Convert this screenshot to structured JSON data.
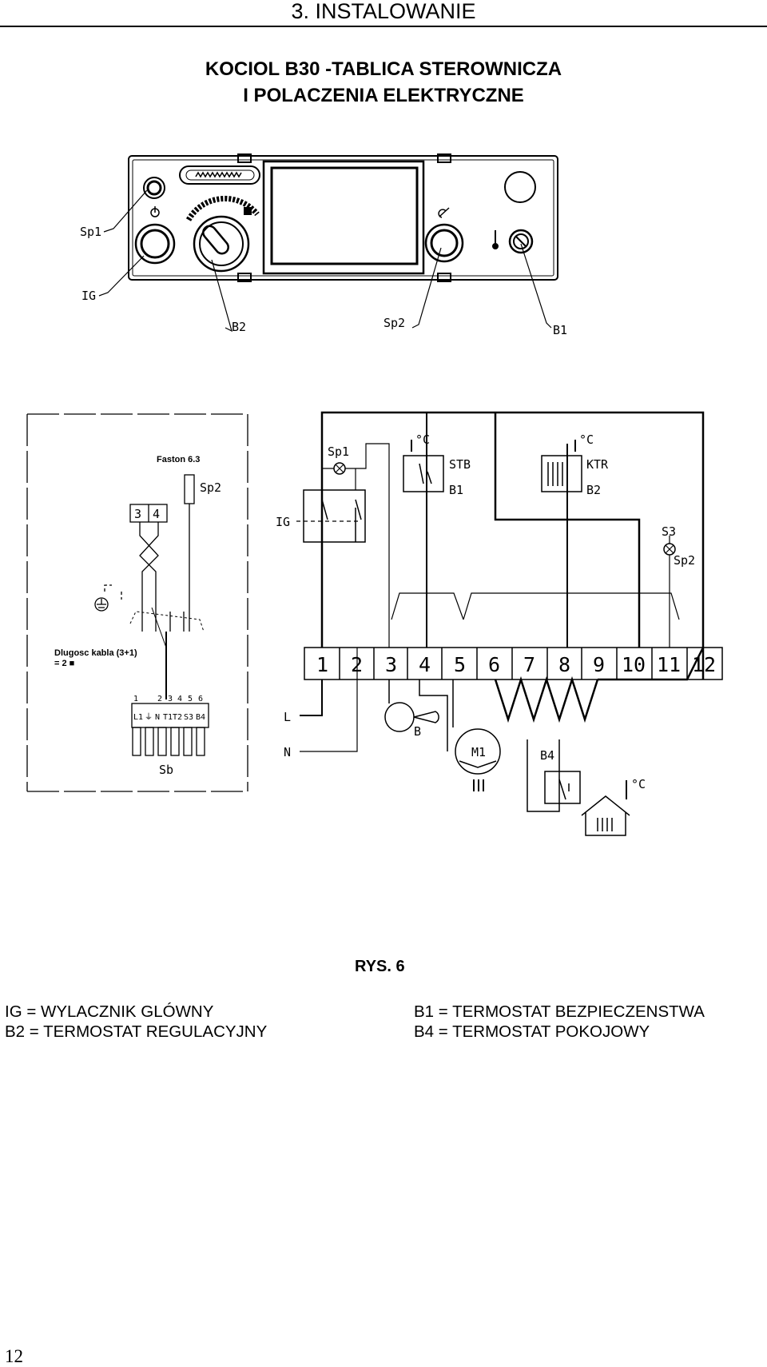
{
  "header": {
    "section_title": "3. INSTALOWANIE"
  },
  "document": {
    "title_line1": "KOCIOL B30 -TABLICA STEROWNICZA",
    "title_line2": "I POLACZENIA ELEKTRYCZNE"
  },
  "panel_labels": {
    "sp1": "Sp1",
    "ig": "IG",
    "b2": "B2",
    "sp2": "Sp2",
    "b1": "B1"
  },
  "wiring_labels": {
    "faston": "Faston 6.3",
    "sp2_connector": "Sp2",
    "connector_3": "3",
    "connector_4": "4",
    "cable_length_line1": "Dlugosc kabla  (3+1)",
    "cable_length_line2": "= 2 ■",
    "socket_numbers": [
      "1",
      "2",
      "3",
      "4",
      "5",
      "6"
    ],
    "socket_labels": [
      "L1",
      "⏚",
      "N",
      "T1",
      "T2",
      "S3",
      "B4"
    ],
    "socket_name": "Sb",
    "sp1": "Sp1",
    "ig": "IG",
    "stb": "STB",
    "b1": "B1",
    "ktr": "KTR",
    "b2": "B2",
    "s3": "S3",
    "sp2": "Sp2",
    "l": "L",
    "n": "N",
    "b": "B",
    "m1": "M1",
    "b4": "B4",
    "celsius": "°C",
    "terminals": [
      "1",
      "2",
      "3",
      "4",
      "5",
      "6",
      "7",
      "8",
      "9",
      "10",
      "11",
      "12"
    ]
  },
  "figure": {
    "caption": "RYS. 6"
  },
  "legend": {
    "ig": "IG = WYLACZNIK GLÓWNY",
    "b2": "B2 = TERMOSTAT REGULACYJNY",
    "b1": "B1 = TERMOSTAT BEZPIECZENSTWA",
    "b4": "B4 = TERMOSTAT POKOJOWY"
  },
  "footer": {
    "page_number": "12"
  }
}
